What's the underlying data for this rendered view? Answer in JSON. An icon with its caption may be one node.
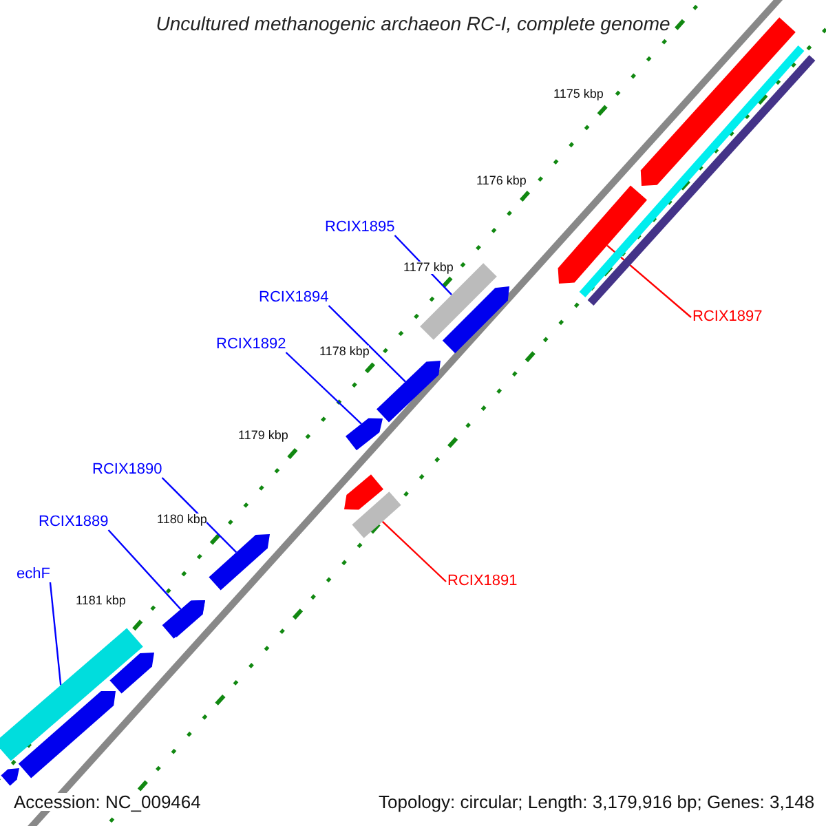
{
  "diagram": {
    "title": "Uncultured methanogenic archaeon RC-I, complete genome",
    "nodes": [
      {
        "text": [
          "RCIX1895"
        ]
      },
      {
        "text": [],
        "shape": "bar"
      },
      {
        "text": [
          "RCIX1894"
        ]
      },
      {
        "text": [],
        "shape": "bar"
      },
      {
        "text": [
          "RCIX1897"
        ]
      },
      {
        "text": [],
        "shape": "bar"
      },
      {
        "text": [
          "RCIX1892"
        ]
      },
      {
        "text": [],
        "shape": "bar"
      },
      {
        "text": [
          "RCIX1890"
        ]
      },
      {
        "text": [],
        "shape": "bar"
      },
      {
        "text": [
          "RCIX1889"
        ]
      },
      {
        "text": [],
        "shape": "bar"
      },
      {
        "text": [
          "RCIX1891"
        ]
      },
      {
        "text": [],
        "shape": "bar"
      },
      {
        "text": [
          "echF"
        ]
      },
      {
        "text": [],
        "shape": "bar"
      },
      {
        "text": [],
        "shape": "bar"
      },
      {
        "text": [],
        "shape": "bar"
      },
      {
        "text": [],
        "shape": "bar"
      },
      {
        "text": [],
        "shape": "bar"
      },
      {
        "text": [],
        "shape": "bar"
      },
      {
        "text": [],
        "shape": "bar"
      },
      {
        "text": [],
        "shape": "bar"
      },
      {
        "text": [],
        "shape": "bar"
      },
      {
        "text": [],
        "shape": "bar"
      }
    ],
    "edges": [
      {
        "from": 0,
        "to": 1,
        "arrow": "none"
      },
      {
        "from": 2,
        "to": 3,
        "arrow": "none"
      },
      {
        "from": 4,
        "to": 5,
        "arrow": "none",
        "color": "#ff0000"
      },
      {
        "from": 6,
        "to": 7,
        "arrow": "none"
      },
      {
        "from": 8,
        "to": 9,
        "arrow": "none"
      },
      {
        "from": 10,
        "to": 11,
        "arrow": "none"
      },
      {
        "from": 12,
        "to": 13,
        "arrow": "none",
        "color": "#ff0000"
      },
      {
        "from": 14,
        "to": 15,
        "arrow": "none"
      }
    ],
    "labels": [
      "1175 kbp",
      "1176 kbp",
      "1177 kbp",
      "1178 kbp",
      "1179 kbp",
      "1180 kbp",
      "1181 kbp",
      "Accession: NC_009464",
      "Topology: circular; Length: 3,179,916 bp; Genes: 3,148"
    ]
  }
}
